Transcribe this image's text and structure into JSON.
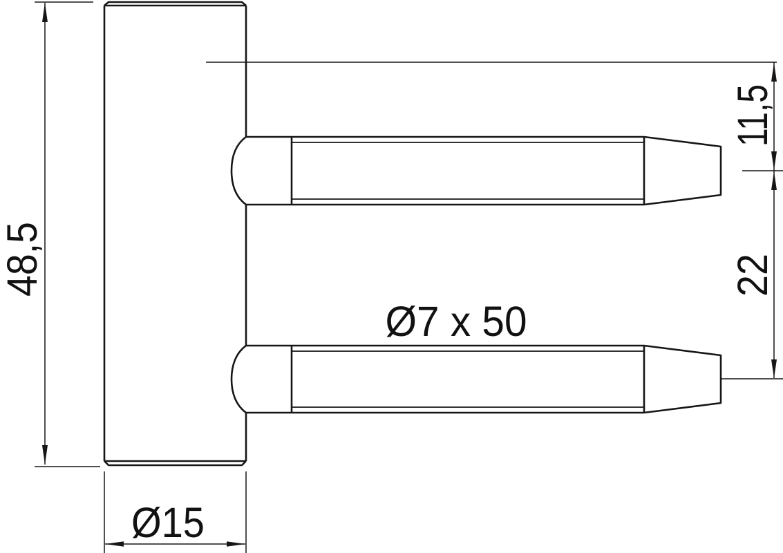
{
  "drawing": {
    "kind": "technical-drawing",
    "subject": "hinge-frame-part-side-view",
    "colors": {
      "line": "#161616",
      "background": "#ffffff",
      "text": "#111111"
    },
    "dimensions": {
      "overall_height": "48,5",
      "barrel_diameter": "Ø15",
      "pin_size": "Ø7 x 50",
      "top_pin_offset": "11,5",
      "pin_spacing": "22"
    }
  }
}
